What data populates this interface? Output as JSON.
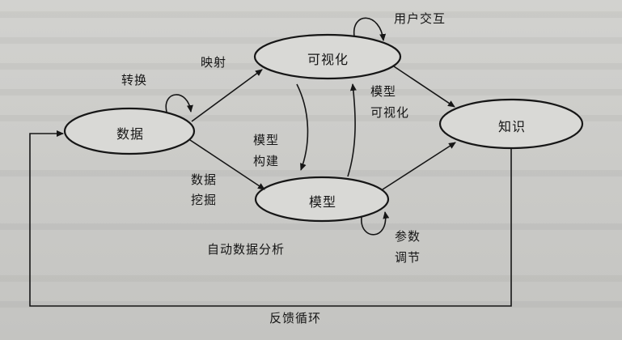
{
  "nodes": {
    "data": "数据",
    "visualization": "可视化",
    "model": "模型",
    "knowledge": "知识"
  },
  "edges": {
    "transform": "转换",
    "mapping": "映射",
    "user_interaction": "用户交互",
    "model_visualization_1": "模型",
    "model_visualization_2": "可视化",
    "model_build_1": "模型",
    "model_build_2": "构建",
    "data_mining_1": "数据",
    "data_mining_2": "挖掘",
    "param_tuning_1": "参数",
    "param_tuning_2": "调节",
    "auto_analysis": "自动数据分析",
    "feedback_loop": "反馈循环"
  },
  "colors": {
    "ink": "#161616",
    "node_fill": "#d9d9d6"
  }
}
